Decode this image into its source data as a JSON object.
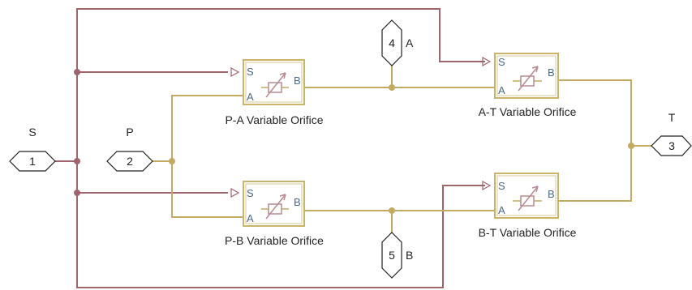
{
  "colors": {
    "signal_line": "#a0646c",
    "hydraulic_line": "#c3aa62",
    "block_border": "#c9b46a",
    "port_text": "#4a6a8a",
    "text": "#222222"
  },
  "ports": {
    "s": {
      "number": "1",
      "label": "S"
    },
    "p": {
      "number": "2",
      "label": "P"
    },
    "t": {
      "number": "3",
      "label": "T"
    },
    "a": {
      "number": "4",
      "label": "A"
    },
    "b": {
      "number": "5",
      "label": "B"
    }
  },
  "blocks": [
    {
      "id": "pa",
      "name": "P-A Variable Orifice",
      "port_s": "S",
      "port_a": "A",
      "port_b": "B",
      "icon": "variable-orifice-icon"
    },
    {
      "id": "pb",
      "name": "P-B Variable Orifice",
      "port_s": "S",
      "port_a": "A",
      "port_b": "B",
      "icon": "variable-orifice-icon"
    },
    {
      "id": "at",
      "name": "A-T Variable Orifice",
      "port_s": "S",
      "port_a": "A",
      "port_b": "B",
      "icon": "variable-orifice-icon"
    },
    {
      "id": "bt",
      "name": "B-T Variable Orifice",
      "port_s": "S",
      "port_a": "A",
      "port_b": "B",
      "icon": "variable-orifice-icon"
    }
  ]
}
